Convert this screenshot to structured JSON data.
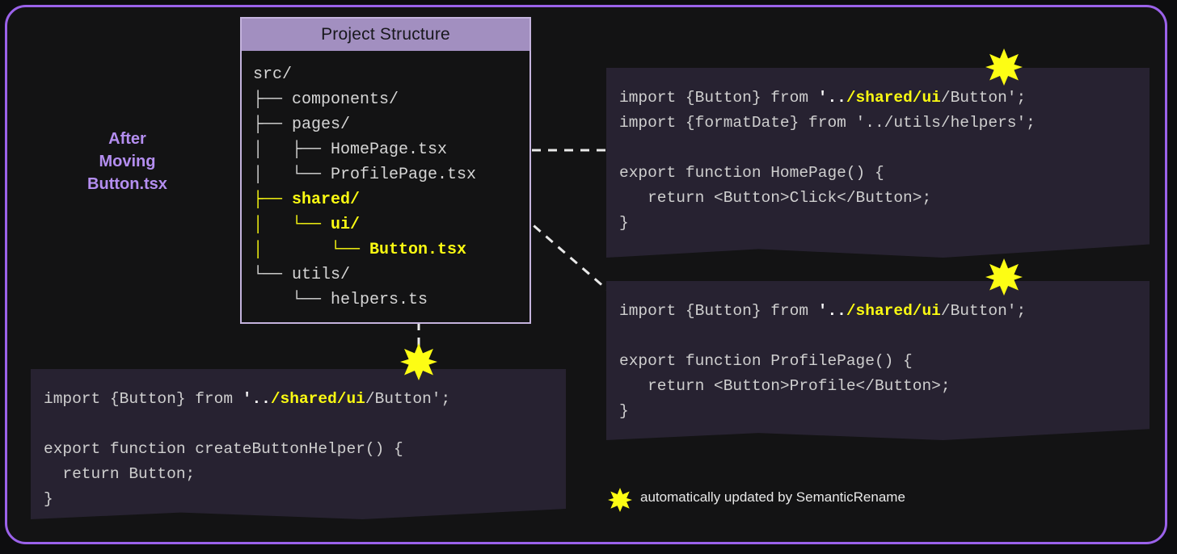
{
  "caption": {
    "lines": [
      "After",
      "Moving",
      "Button.tsx"
    ],
    "color": "#b48ef0"
  },
  "tree_panel": {
    "title": "Project Structure",
    "header_bg": "#a28fc0",
    "border_color": "#c4b3dd",
    "rows": [
      {
        "text": "src/",
        "highlight": false
      },
      {
        "text": "├── components/",
        "highlight": false
      },
      {
        "text": "├── pages/",
        "highlight": false
      },
      {
        "text": "│   ├── HomePage.tsx",
        "highlight": false
      },
      {
        "text": "│   └── ProfilePage.tsx",
        "highlight": false
      },
      {
        "text": "├── shared/",
        "highlight": true
      },
      {
        "text": "│   └── ui/",
        "highlight": true
      },
      {
        "text": "│       └── Button.tsx",
        "highlight": true
      },
      {
        "text": "└── utils/",
        "highlight": false
      },
      {
        "text": "    └── helpers.ts",
        "highlight": false
      }
    ]
  },
  "code_panels": [
    {
      "id": "home",
      "name": "homepage-code-panel",
      "lines": [
        [
          {
            "t": "import {Button} from ",
            "s": "plain"
          },
          {
            "t": "'..",
            "s": "dots"
          },
          {
            "t": "/shared/ui",
            "s": "hl"
          },
          {
            "t": "/Button';",
            "s": "plain"
          }
        ],
        [
          {
            "t": "import {formatDate} from '../utils/helpers';",
            "s": "plain"
          }
        ],
        [
          {
            "t": "",
            "s": "plain"
          }
        ],
        [
          {
            "t": "export function HomePage() {",
            "s": "plain"
          }
        ],
        [
          {
            "t": "   return <Button>Click</Button>;",
            "s": "plain"
          }
        ],
        [
          {
            "t": "}",
            "s": "plain"
          }
        ]
      ]
    },
    {
      "id": "profile",
      "name": "profilepage-code-panel",
      "lines": [
        [
          {
            "t": "import {Button} from ",
            "s": "plain"
          },
          {
            "t": "'..",
            "s": "dots"
          },
          {
            "t": "/shared/ui",
            "s": "hl"
          },
          {
            "t": "/Button';",
            "s": "plain"
          }
        ],
        [
          {
            "t": "",
            "s": "plain"
          }
        ],
        [
          {
            "t": "export function ProfilePage() {",
            "s": "plain"
          }
        ],
        [
          {
            "t": "   return <Button>Profile</Button>;",
            "s": "plain"
          }
        ],
        [
          {
            "t": "}",
            "s": "plain"
          }
        ]
      ]
    },
    {
      "id": "helper",
      "name": "helpers-code-panel",
      "lines": [
        [
          {
            "t": "import {Button} from ",
            "s": "plain"
          },
          {
            "t": "'..",
            "s": "dots"
          },
          {
            "t": "/shared/ui",
            "s": "hl"
          },
          {
            "t": "/Button';",
            "s": "plain"
          }
        ],
        [
          {
            "t": "",
            "s": "plain"
          }
        ],
        [
          {
            "t": "export function createButtonHelper() {",
            "s": "plain"
          }
        ],
        [
          {
            "t": "  return Button;",
            "s": "plain"
          }
        ],
        [
          {
            "t": "}",
            "s": "plain"
          }
        ]
      ]
    }
  ],
  "legend": {
    "icon": "star-burst-icon",
    "text": "automatically updated by SemanticRename",
    "icon_color": "#fdfd14"
  },
  "colors": {
    "background": "#0d0d0f",
    "frame_border": "#9b62ea",
    "code_panel_bg": "#272231",
    "highlight_yellow": "#fbfb12",
    "code_text": "#cfcfcf",
    "connector": "#e9e9e9"
  }
}
